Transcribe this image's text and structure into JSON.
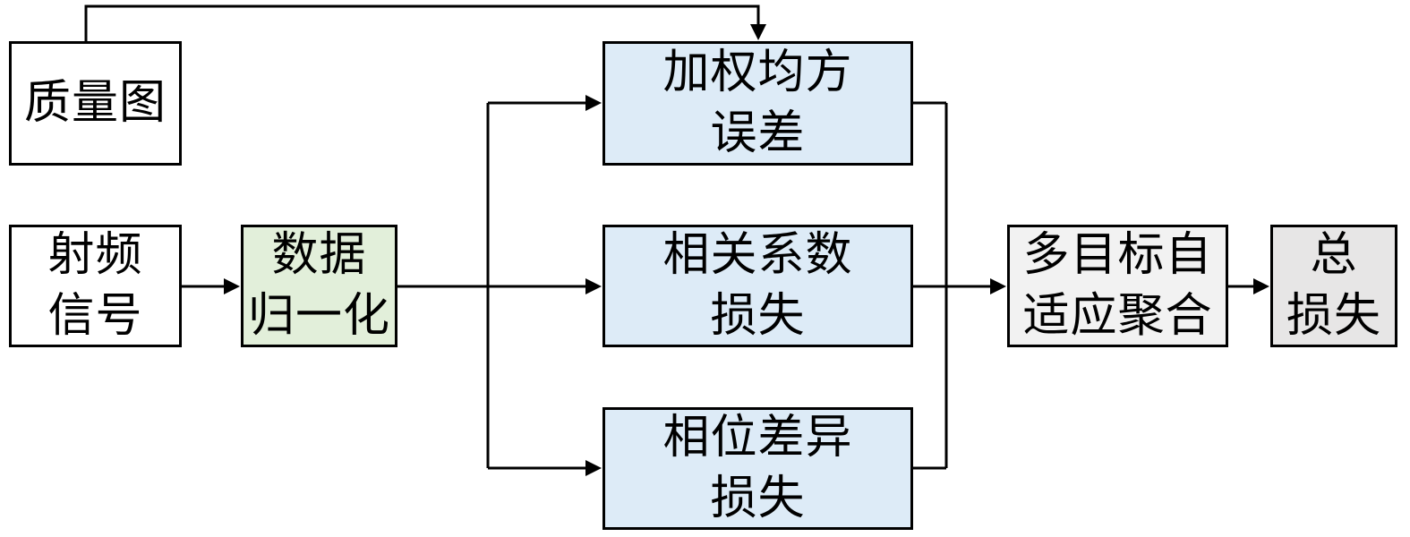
{
  "colors": {
    "white_fill": "#ffffff",
    "green_fill": "#e2efda",
    "blue_fill": "#ddebf7",
    "light_gray_fill": "#f2f2f2",
    "gray_fill": "#e7e6e6",
    "stroke": "#000000"
  },
  "nodes": {
    "quality_map": {
      "lines": [
        "质量图"
      ]
    },
    "rf_signal": {
      "lines": [
        "射频",
        "信号"
      ]
    },
    "data_normalization": {
      "lines": [
        "数据",
        "归一化"
      ]
    },
    "weighted_mse": {
      "lines": [
        "加权均方",
        "误差"
      ]
    },
    "correlation_loss": {
      "lines": [
        "相关系数",
        "损失"
      ]
    },
    "phase_difference_loss": {
      "lines": [
        "相位差异",
        "损失"
      ]
    },
    "multi_objective_aggregation": {
      "lines": [
        "多目标自",
        "适应聚合"
      ]
    },
    "total_loss": {
      "lines": [
        "总",
        "损失"
      ]
    }
  },
  "edges": [
    {
      "from": "quality_map",
      "to": "weighted_mse"
    },
    {
      "from": "rf_signal",
      "to": "data_normalization"
    },
    {
      "from": "data_normalization",
      "to": "weighted_mse"
    },
    {
      "from": "data_normalization",
      "to": "correlation_loss"
    },
    {
      "from": "data_normalization",
      "to": "phase_difference_loss"
    },
    {
      "from": "weighted_mse",
      "to": "multi_objective_aggregation"
    },
    {
      "from": "correlation_loss",
      "to": "multi_objective_aggregation"
    },
    {
      "from": "phase_difference_loss",
      "to": "multi_objective_aggregation"
    },
    {
      "from": "multi_objective_aggregation",
      "to": "total_loss"
    }
  ]
}
